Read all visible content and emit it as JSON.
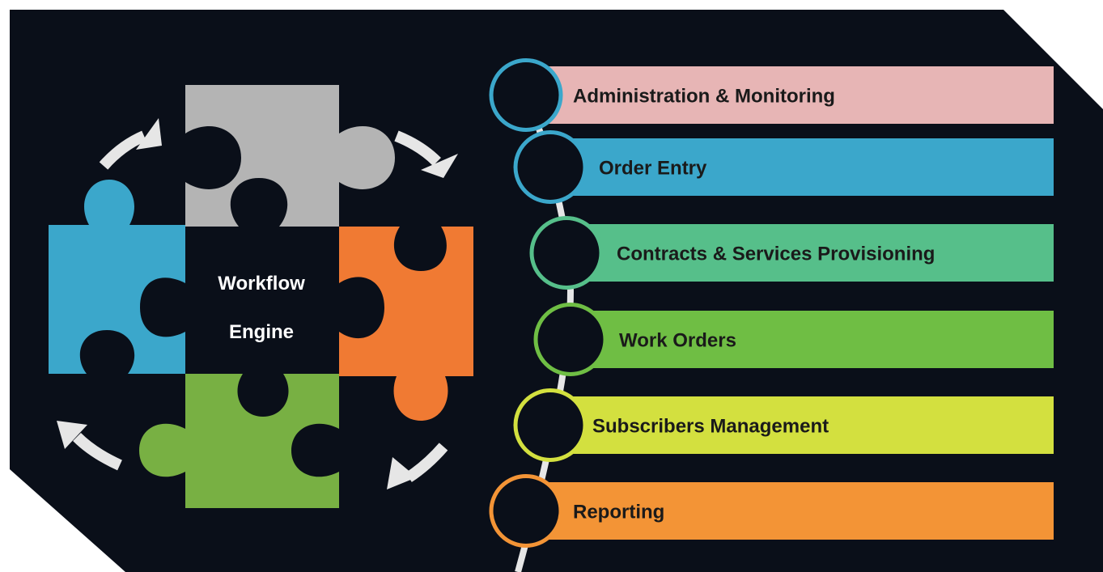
{
  "center": {
    "line1": "Workflow",
    "line2": "Engine"
  },
  "modules": [
    {
      "label": "Administration & Monitoring",
      "color": "#E7B5B5",
      "ring_color": "#3BA7CB"
    },
    {
      "label": "Order Entry",
      "color": "#3BA7CB",
      "ring_color": "#3BA7CB"
    },
    {
      "label": "Contracts & Services Provisioning",
      "color": "#56BF8A",
      "ring_color": "#56BF8A"
    },
    {
      "label": "Work Orders",
      "color": "#6FBE44",
      "ring_color": "#6FBE44"
    },
    {
      "label": "Subscribers Management",
      "color": "#D3E03F",
      "ring_color": "#D3E03F"
    },
    {
      "label": "Reporting",
      "color": "#F39436",
      "ring_color": "#F39436"
    }
  ],
  "puzzle_colors": {
    "top": "#B4B4B4",
    "left": "#3BA7CB",
    "right": "#F07A33",
    "bottom": "#78B043"
  },
  "background_color": "#0A0F19",
  "arrow_color": "#E6E6E6"
}
